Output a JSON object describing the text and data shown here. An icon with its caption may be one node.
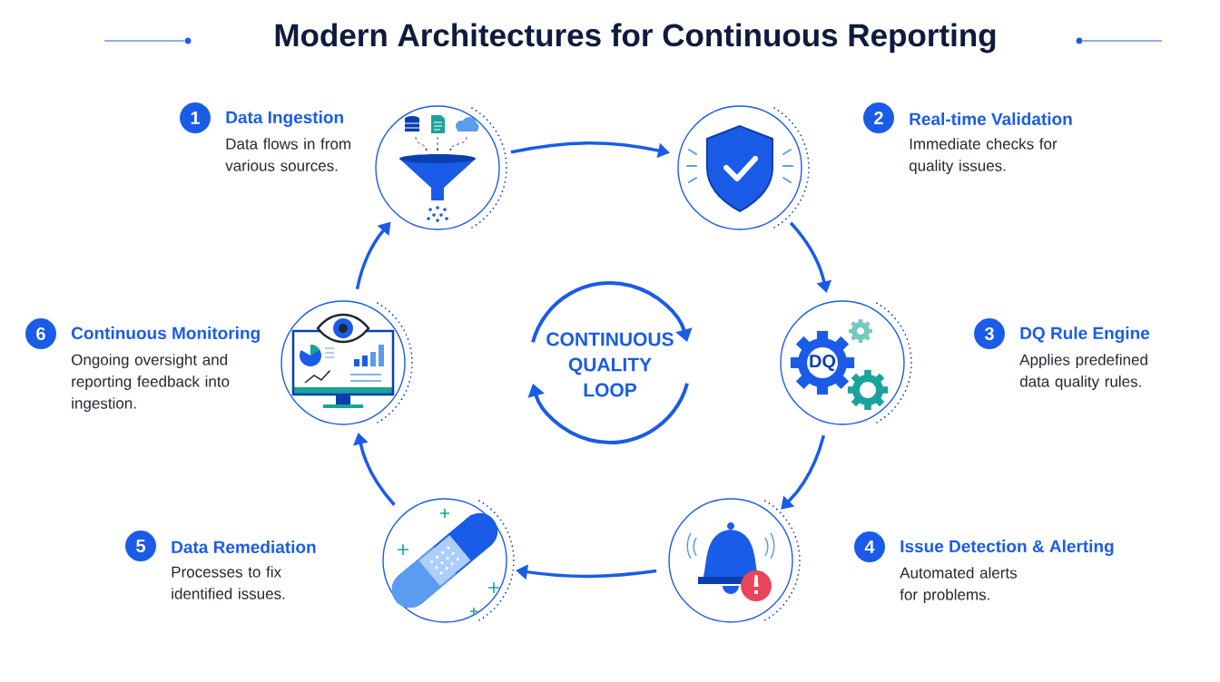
{
  "diagram": {
    "title": "Modern Architectures for Continuous Reporting",
    "nodes": [
      {
        "text": [
          "1"
        ],
        "beside": [
          "Data Ingestion",
          "Data flows in from various sources."
        ]
      },
      {
        "text": [],
        "shape": "circle"
      },
      {
        "text": [
          "2"
        ],
        "beside": [
          "Real-time Validation",
          "Immediate checks for quality issues."
        ]
      },
      {
        "text": [],
        "shape": "circle"
      },
      {
        "text": [
          "3"
        ],
        "beside": [
          "DQ Rule Engine",
          "Applies predefined data quality rules."
        ]
      },
      {
        "text": [
          "DQ"
        ]
      },
      {
        "text": [
          "4"
        ],
        "beside": [
          "Issue Detection & Alerting",
          "Automated alerts for problems."
        ]
      },
      {
        "text": [],
        "shape": "circle"
      },
      {
        "text": [
          "5"
        ],
        "beside": [
          "Data Remediation",
          "Processes to fix identified issues."
        ]
      },
      {
        "text": [],
        "shape": "circle"
      },
      {
        "text": [
          "6"
        ],
        "beside": [
          "Continuous Monitoring",
          "Ongoing oversight and reporting feedback into ingestion."
        ]
      },
      {
        "text": [],
        "shape": "circle"
      }
    ],
    "edges": [
      {
        "from": 1,
        "to": 3,
        "arrow": "to"
      },
      {
        "from": 3,
        "to": 5,
        "arrow": "to"
      },
      {
        "from": 5,
        "to": 7,
        "arrow": "to"
      },
      {
        "from": 7,
        "to": 9,
        "arrow": "to"
      },
      {
        "from": 9,
        "to": 11,
        "arrow": "to"
      },
      {
        "from": 11,
        "to": 1,
        "arrow": "to"
      }
    ],
    "labels": [
      "CONTINUOUS QUALITY LOOP"
    ]
  }
}
